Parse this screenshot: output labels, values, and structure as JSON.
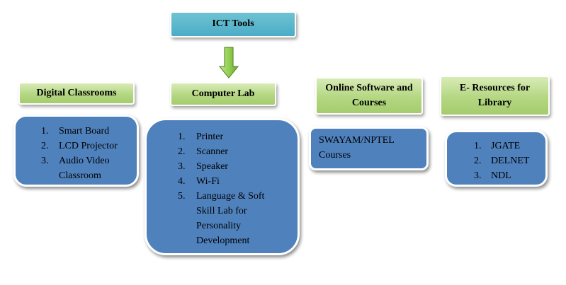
{
  "title": "ICT Tools",
  "columns": [
    {
      "heading": "Digital Classrooms",
      "items": [
        "Smart Board",
        "LCD Projector",
        "Audio Video Classroom"
      ]
    },
    {
      "heading": "Computer Lab",
      "items": [
        "Printer",
        "Scanner",
        "Speaker",
        "Wi-Fi",
        "Language & Soft Skill Lab for Personality Development"
      ]
    },
    {
      "heading": "Online Software and Courses",
      "text": "SWAYAM/NPTEL Courses"
    },
    {
      "heading": "E- Resources for Library",
      "items": [
        "JGATE",
        "DELNET",
        "NDL"
      ]
    }
  ],
  "colors": {
    "title_fill": "#4bacc6",
    "heading_fill": "#b4d782",
    "box_fill": "#4f81bd",
    "arrow_fill": "#92d050"
  }
}
